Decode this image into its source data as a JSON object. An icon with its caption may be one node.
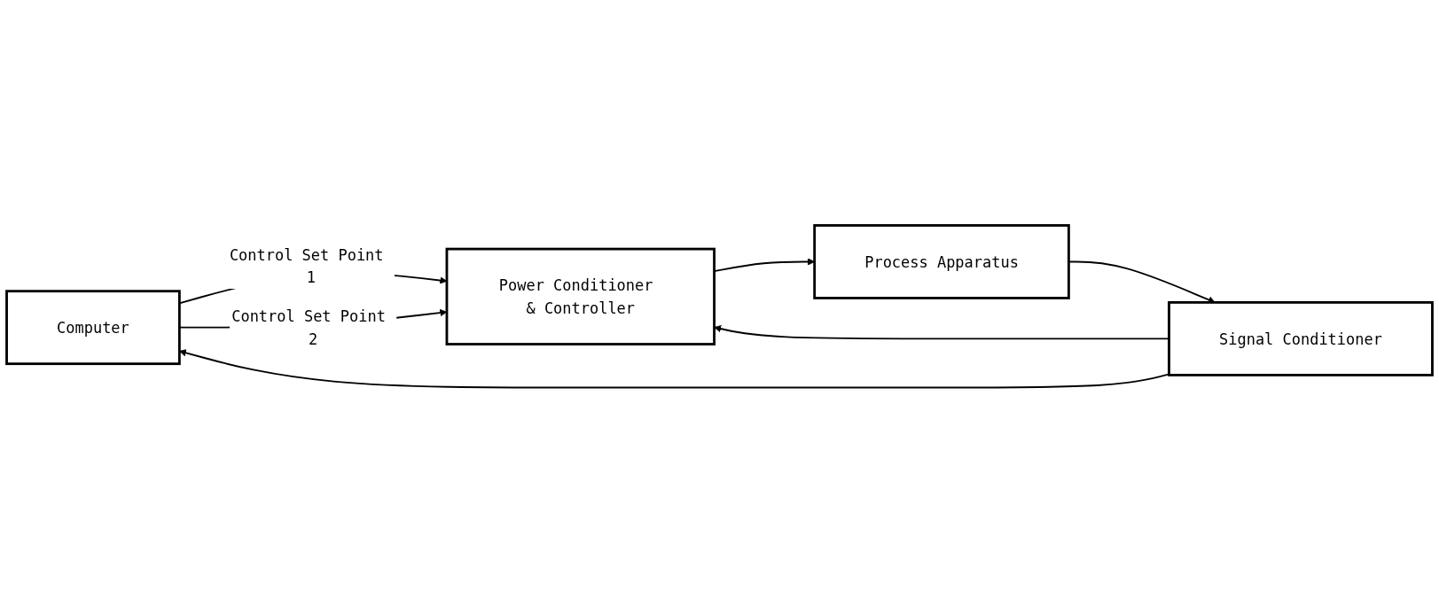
{
  "diagram": {
    "nodes": [
      {
        "text": [
          "Computer"
        ]
      },
      {
        "text": [
          "Power Conditioner & Controller"
        ]
      },
      {
        "text": [
          "Process Apparatus"
        ]
      },
      {
        "text": [
          "Signal Conditioner"
        ]
      }
    ],
    "edges": [
      {
        "from": 0,
        "to": 1,
        "label": "Control Set Point 1",
        "arrow": "to"
      },
      {
        "from": 0,
        "to": 1,
        "label": "Control Set Point 2",
        "arrow": "to"
      },
      {
        "from": 1,
        "to": 2,
        "arrow": "to"
      },
      {
        "from": 2,
        "to": 3,
        "arrow": "to"
      },
      {
        "from": 3,
        "to": 1,
        "arrow": "to"
      },
      {
        "from": 3,
        "to": 0,
        "arrow": "to"
      }
    ]
  }
}
